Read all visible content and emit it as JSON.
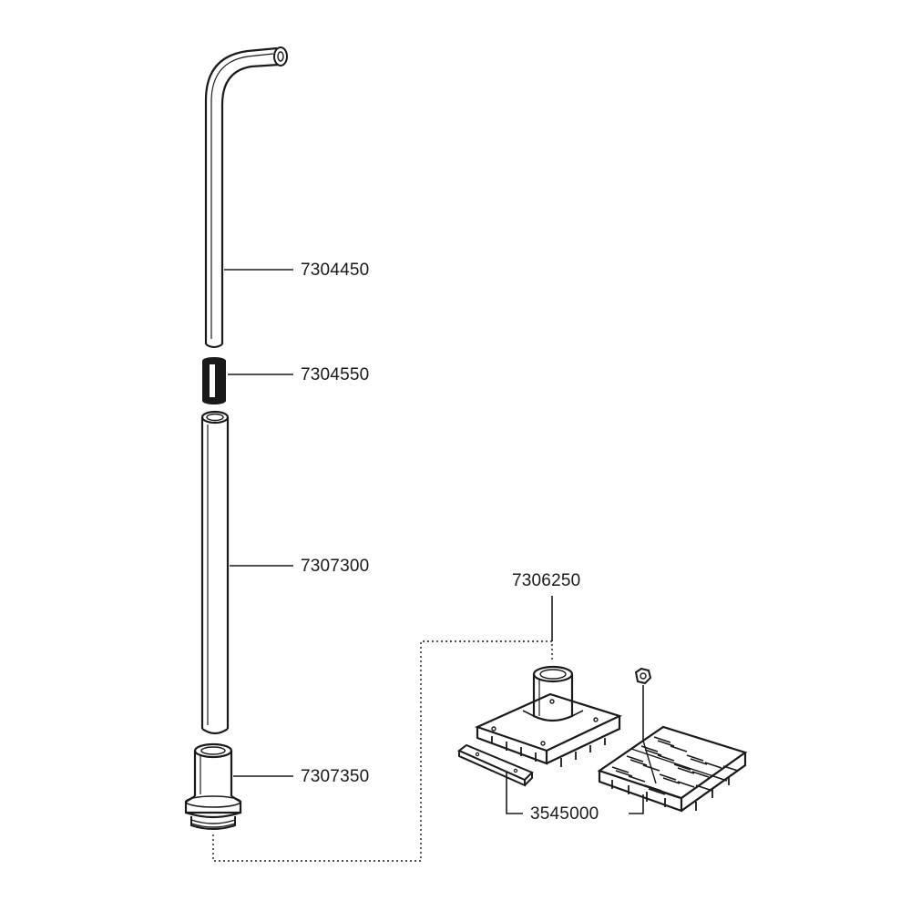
{
  "parts": [
    {
      "id": "upper_arm",
      "number": "7304450"
    },
    {
      "id": "coupler",
      "number": "7304550"
    },
    {
      "id": "lower_pipe",
      "number": "7307300"
    },
    {
      "id": "base_socket",
      "number": "7307350"
    },
    {
      "id": "base_plate",
      "number": "7306250"
    },
    {
      "id": "grate_kit",
      "number": "3545000"
    }
  ],
  "colors": {
    "line": "#1a1a1a",
    "background": "#ffffff"
  }
}
